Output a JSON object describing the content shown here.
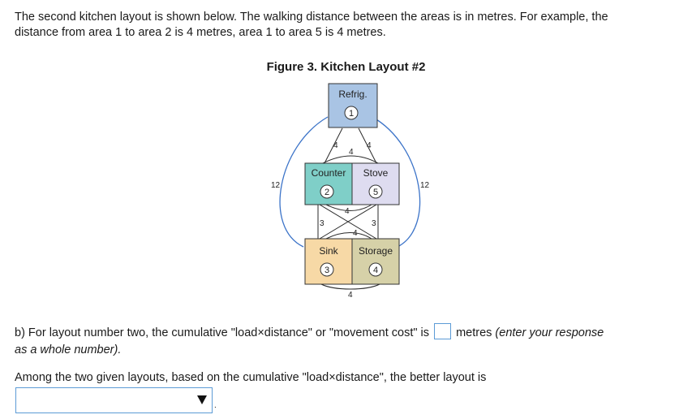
{
  "intro": {
    "line1": "The second kitchen layout is shown below. The walking distance between the areas is in metres. For example, the",
    "line2": "distance from area 1 to area 2 is 4 metres, area 1 to area 5 is 4 metres."
  },
  "figure": {
    "title": "Figure 3. Kitchen Layout #2",
    "areas": {
      "refrig": {
        "label": "Refrig.",
        "num": "1",
        "color": "#a9c4e4"
      },
      "counter": {
        "label": "Counter",
        "num": "2",
        "color": "#7fcfc8"
      },
      "stove": {
        "label": "Stove",
        "num": "5",
        "color": "#dedcf0"
      },
      "sink": {
        "label": "Sink",
        "num": "3",
        "color": "#f7d9a6"
      },
      "storage": {
        "label": "Storage",
        "num": "4",
        "color": "#d6d1a8"
      }
    },
    "distances": {
      "d12": "4",
      "d15": "4",
      "d25_top": "4",
      "d_left_loop": "12",
      "d_right_loop": "12",
      "d23": "3",
      "d54": "3",
      "d_cross_top": "4",
      "d_cross_bottom": "4",
      "d34": "4"
    }
  },
  "question_b": {
    "text_before": "b) For layout number two, the cumulative \"load×distance\" or \"movement cost\" is",
    "text_after": "metres",
    "note": "(enter your response",
    "note2": "as a whole number)."
  },
  "question_c": {
    "text": "Among the two given layouts, based on the cumulative \"load×distance\", the better layout is"
  },
  "dropdown": {
    "selected": ""
  },
  "trailing": "."
}
